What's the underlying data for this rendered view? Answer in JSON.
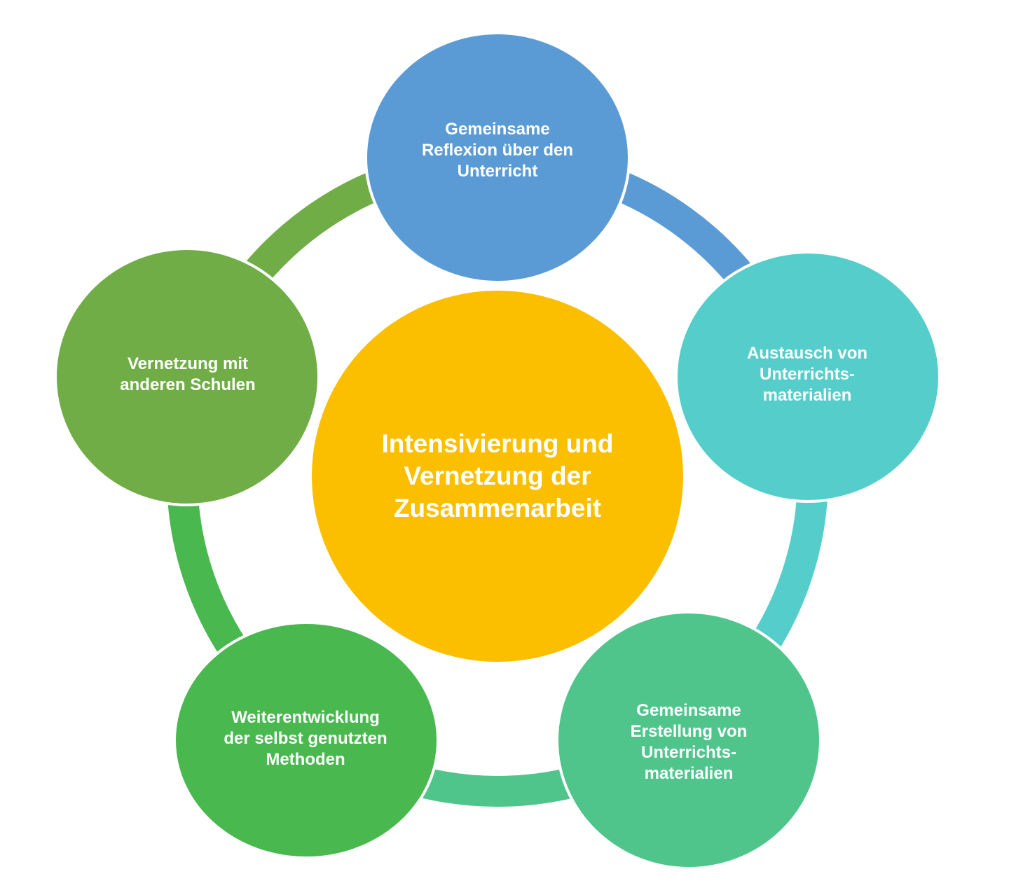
{
  "center": {
    "text": "Intensivierung und\nVernetzung der\nZusammenarbeit",
    "color": "#FBBF00"
  },
  "nodes": [
    {
      "text": "Gemeinsame\nReflexion über den\nUnterricht",
      "color": "#5B9BD5"
    },
    {
      "text": "Austausch von\nUnterrichts-\nmaterialien",
      "color": "#55CECB"
    },
    {
      "text": "Gemeinsame\nErstellung von\nUnterrichts-\nmaterialien",
      "color": "#4FC58C"
    },
    {
      "text": "Weiterentwicklung\nder selbst genutzten\nMethoden",
      "color": "#48B84F"
    },
    {
      "text": "Vernetzung mit\nanderen Schulen",
      "color": "#70AD47"
    }
  ],
  "ring_colors": [
    "#5B9BD5",
    "#55CECB",
    "#4FC58C",
    "#48B84F",
    "#70AD47"
  ]
}
